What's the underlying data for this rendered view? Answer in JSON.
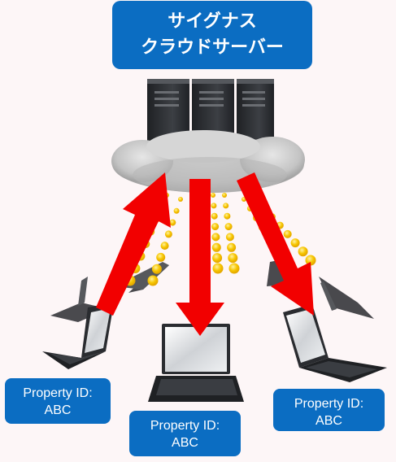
{
  "title": {
    "line1": "サイグナス",
    "line2": "クラウドサーバー"
  },
  "property_boxes": [
    {
      "line1": "Property ID:",
      "line2": "ABC"
    },
    {
      "line1": "Property ID:",
      "line2": "ABC"
    },
    {
      "line1": "Property ID:",
      "line2": "ABC"
    }
  ],
  "colors": {
    "box_blue": "#0b6dc2",
    "arrow_red": "#f20000",
    "dot_yellow": "#f5c400",
    "cloud_gray": "#c9c9c9",
    "server_dark": "#2e3034"
  },
  "icons": [
    "server-icon",
    "cloud-icon",
    "laptop-icon",
    "arrow-icon"
  ]
}
